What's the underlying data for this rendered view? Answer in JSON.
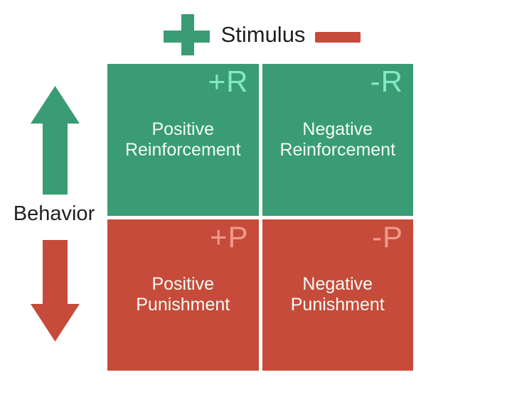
{
  "stimulus_axis": {
    "label": "Stimulus",
    "positive_icon": "plus-icon",
    "negative_icon": "minus-icon"
  },
  "behavior_axis": {
    "label": "Behavior",
    "increase_icon": "arrow-up-icon",
    "decrease_icon": "arrow-down-icon"
  },
  "quadrants": [
    {
      "code": "+R",
      "label": "Positive Reinforcement"
    },
    {
      "code": "-R",
      "label": "Negative Reinforcement"
    },
    {
      "code": "+P",
      "label": "Positive Punishment"
    },
    {
      "code": "-P",
      "label": "Negative Punishment"
    }
  ],
  "colors": {
    "green": "#3a9c74",
    "red": "#c64b3a",
    "code_green": "#82e9c2",
    "code_red": "#ef9a8b",
    "label_text": "#f2fbf5",
    "axis_text": "#1f1f1f",
    "background": "#ffffff"
  }
}
